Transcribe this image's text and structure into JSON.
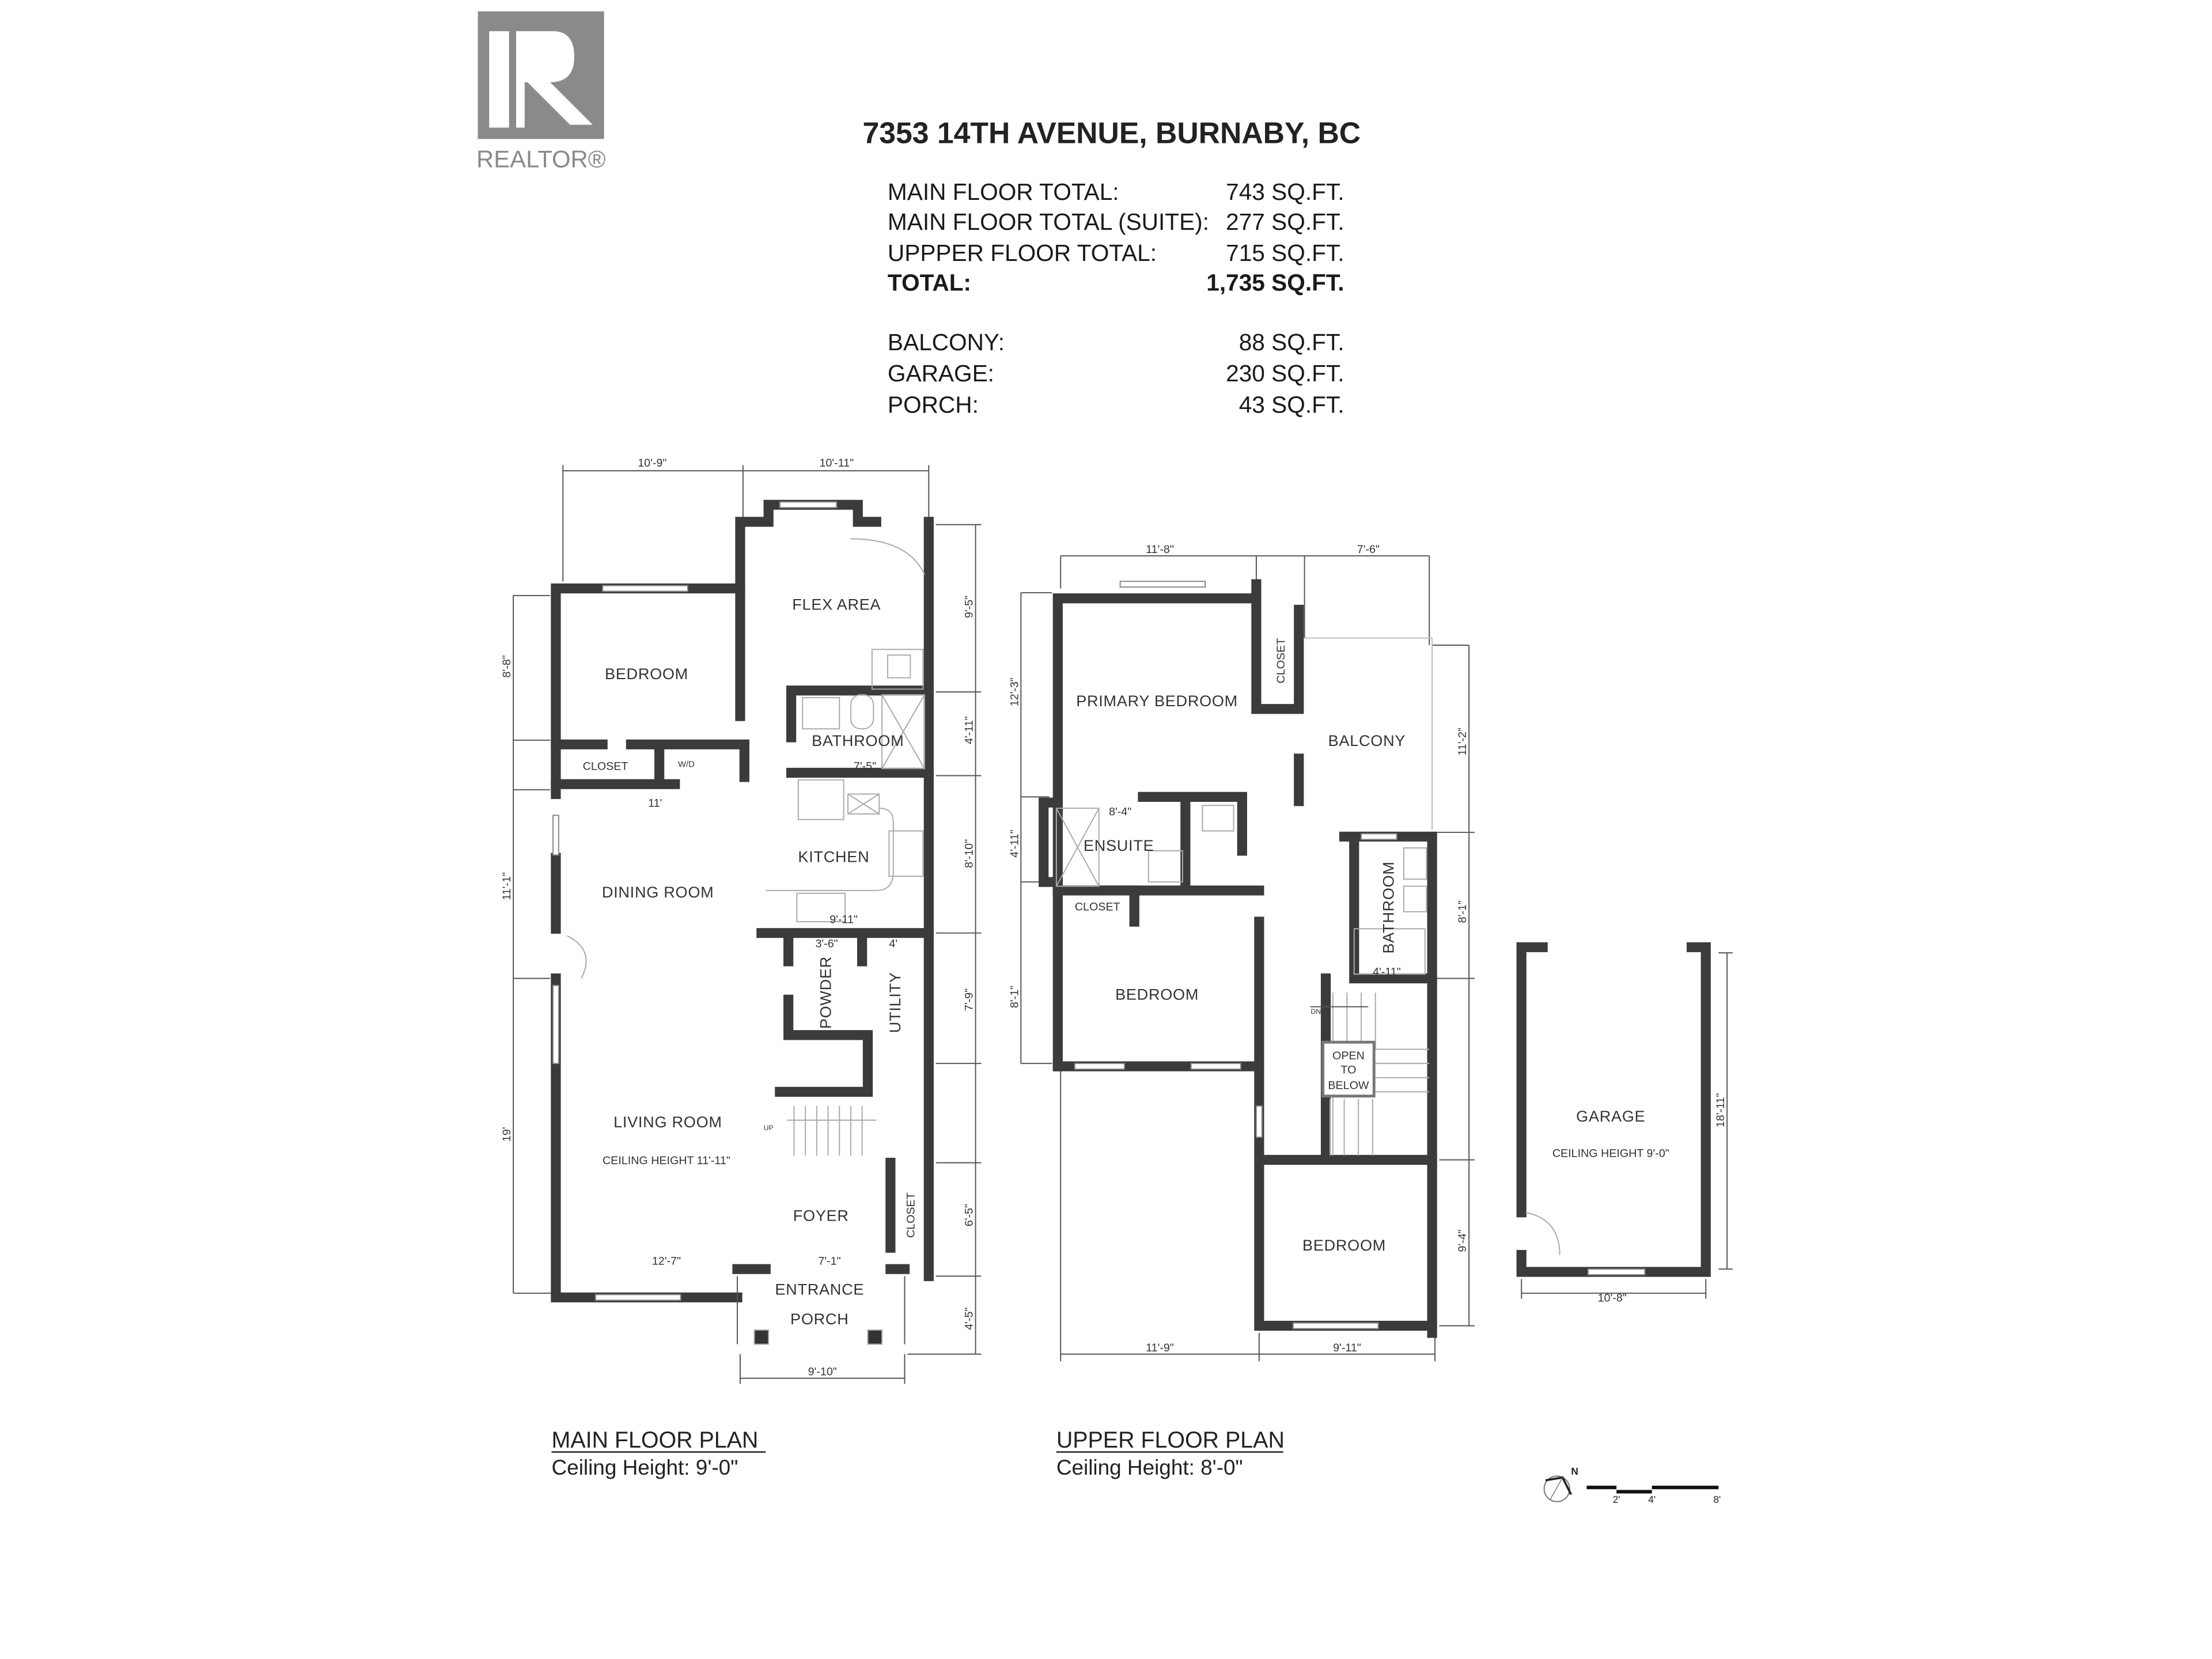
{
  "logo": {
    "brand": "REALTOR®",
    "color": "#8a8a8a"
  },
  "header": {
    "address": "7353 14TH AVENUE, BURNABY, BC",
    "areas": [
      {
        "label": "MAIN FLOOR TOTAL:",
        "value": "743 SQ.FT."
      },
      {
        "label": "MAIN FLOOR TOTAL (SUITE):",
        "value": "277 SQ.FT."
      },
      {
        "label": "UPPPER FLOOR TOTAL:",
        "value": "715 SQ.FT."
      },
      {
        "label": "TOTAL:",
        "value": "1,735 SQ.FT."
      }
    ],
    "extras": [
      {
        "label": "BALCONY:",
        "value": "88 SQ.FT."
      },
      {
        "label": "GARAGE:",
        "value": "230 SQ.FT."
      },
      {
        "label": "PORCH:",
        "value": "43 SQ.FT."
      }
    ]
  },
  "main_floor": {
    "title": "MAIN FLOOR PLAN",
    "ceiling": "Ceiling Height: 9'-0\"",
    "rooms": {
      "flex": "FLEX AREA",
      "bedroom": "BEDROOM",
      "bathroom": "BATHROOM",
      "closet1": "CLOSET",
      "wd": "W/D",
      "kitchen": "KITCHEN",
      "dining": "DINING ROOM",
      "powder": "POWDER",
      "utility": "UTILITY",
      "living": "LIVING ROOM",
      "living_ceiling": "CEILING HEIGHT 11'-11\"",
      "foyer": "FOYER",
      "closet2": "CLOSET",
      "entrance": "ENTRANCE",
      "porch": "PORCH",
      "up": "UP"
    },
    "dims": {
      "top_left": "10'-9\"",
      "top_right": "10'-11\"",
      "bedroom_h": "8'-8\"",
      "dining_h": "11'-1\"",
      "living_h": "19'",
      "flex_h": "9'-5\"",
      "bath_h": "4'-11\"",
      "kitchen_h": "8'-10\"",
      "utility_h": "7'-9\"",
      "foyer_h": "6'-5\"",
      "porch_h": "4'-5\"",
      "porch_w": "9'-10\"",
      "living_w": "12'-7\"",
      "foyer_w": "7'-1\"",
      "bath_w": "7'-5\"",
      "closet_w": "11'",
      "kitchen_w": "9'-11\"",
      "powder_w": "3'-6\"",
      "utility_w": "4'"
    }
  },
  "upper_floor": {
    "title": "UPPER FLOOR PLAN",
    "ceiling": "Ceiling Height: 8'-0\"",
    "rooms": {
      "primary": "PRIMARY BEDROOM",
      "closet1": "CLOSET",
      "balcony": "BALCONY",
      "ensuite": "ENSUITE",
      "closet2": "CLOSET",
      "bathroom": "BATHROOM",
      "bedroom1": "BEDROOM",
      "dn": "DN",
      "open1": "OPEN",
      "open2": "TO",
      "open3": "BELOW",
      "bedroom2": "BEDROOM"
    },
    "dims": {
      "top_left": "11'-8\"",
      "top_right": "7'-6\"",
      "primary_h": "12'-3\"",
      "ensuite_h": "4'-11\"",
      "bedroom_h": "8'-1\"",
      "balcony_h": "11'-2\"",
      "bath_h": "8'-1\"",
      "bedroom2_h": "9'-4\"",
      "bottom_left": "11'-9\"",
      "bottom_right": "9'-11\"",
      "ensuite_w": "8'-4\"",
      "bath_w": "4'-11\""
    }
  },
  "garage": {
    "label": "GARAGE",
    "ceiling": "CEILING HEIGHT 9'-0\"",
    "height": "18'-11\"",
    "width": "10'-8\""
  },
  "scale": {
    "north": "N",
    "ticks": [
      "2'",
      "4'",
      "8'"
    ]
  }
}
